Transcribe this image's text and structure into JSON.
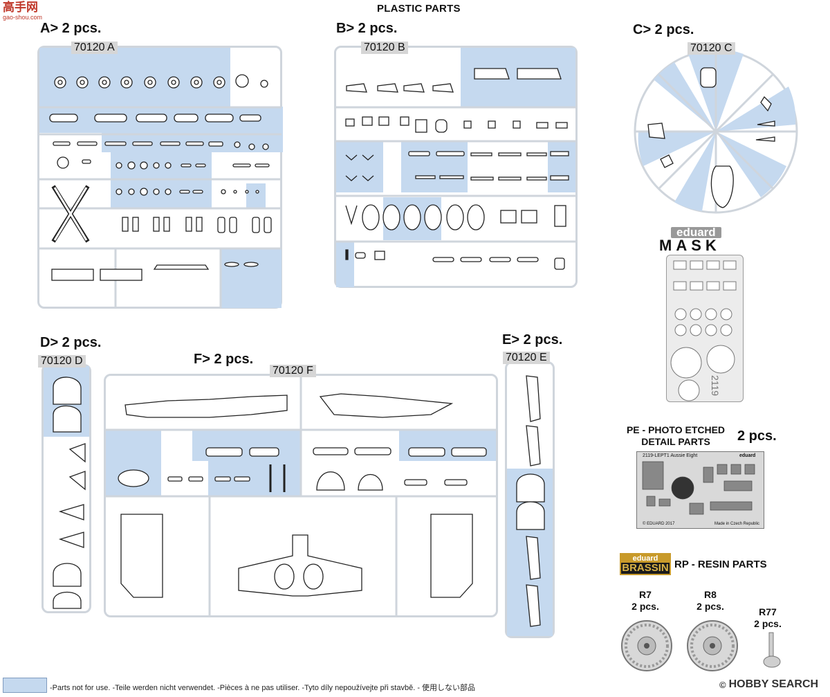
{
  "header": {
    "title": "PLASTIC PARTS",
    "logo_text": "高手网",
    "logo_url_text": "gao-shou.com"
  },
  "sprues": {
    "A": {
      "title": "A>  2 pcs.",
      "code": "70120 A"
    },
    "B": {
      "title": "B>  2 pcs.",
      "code": "70120 B"
    },
    "C": {
      "title": "C>  2 pcs.",
      "code": "70120 C"
    },
    "D": {
      "title": "D>  2 pcs.",
      "code": "70120 D"
    },
    "E": {
      "title": "E>  2 pcs.",
      "code": "70120 E"
    },
    "F": {
      "title": "F>  2 pcs.",
      "code": "70120 F"
    }
  },
  "mask": {
    "brand": "eduard",
    "label": "MASK",
    "number": "2119"
  },
  "pe": {
    "title_line1": "PE - PHOTO ETCHED",
    "title_line2": "DETAIL PARTS",
    "count": "2 pcs.",
    "fret_name": "2119-LEPT1  Aussie Eight",
    "fret_brand": "eduard",
    "fret_copyright": "© EDUARD 2017",
    "fret_origin": "Made in Czech Republic"
  },
  "resin": {
    "badge_top": "eduard",
    "badge_bottom": "BRASSIN",
    "title": "RP - RESIN  PARTS",
    "items": [
      {
        "name": "R7",
        "count": "2 pcs."
      },
      {
        "name": "R8",
        "count": "2 pcs."
      },
      {
        "name": "R77",
        "count": "2 pcs."
      }
    ]
  },
  "footer": {
    "legend_text": "-Parts not for use. -Teile werden nicht verwendet. -Pièces à ne pas utiliser. -Tyto díly nepoužívejte při stavbě. -   使用しない部品",
    "legend_color": "#c5d9ef",
    "watermark": "HOBBY SEARCH",
    "copyright": "©"
  }
}
